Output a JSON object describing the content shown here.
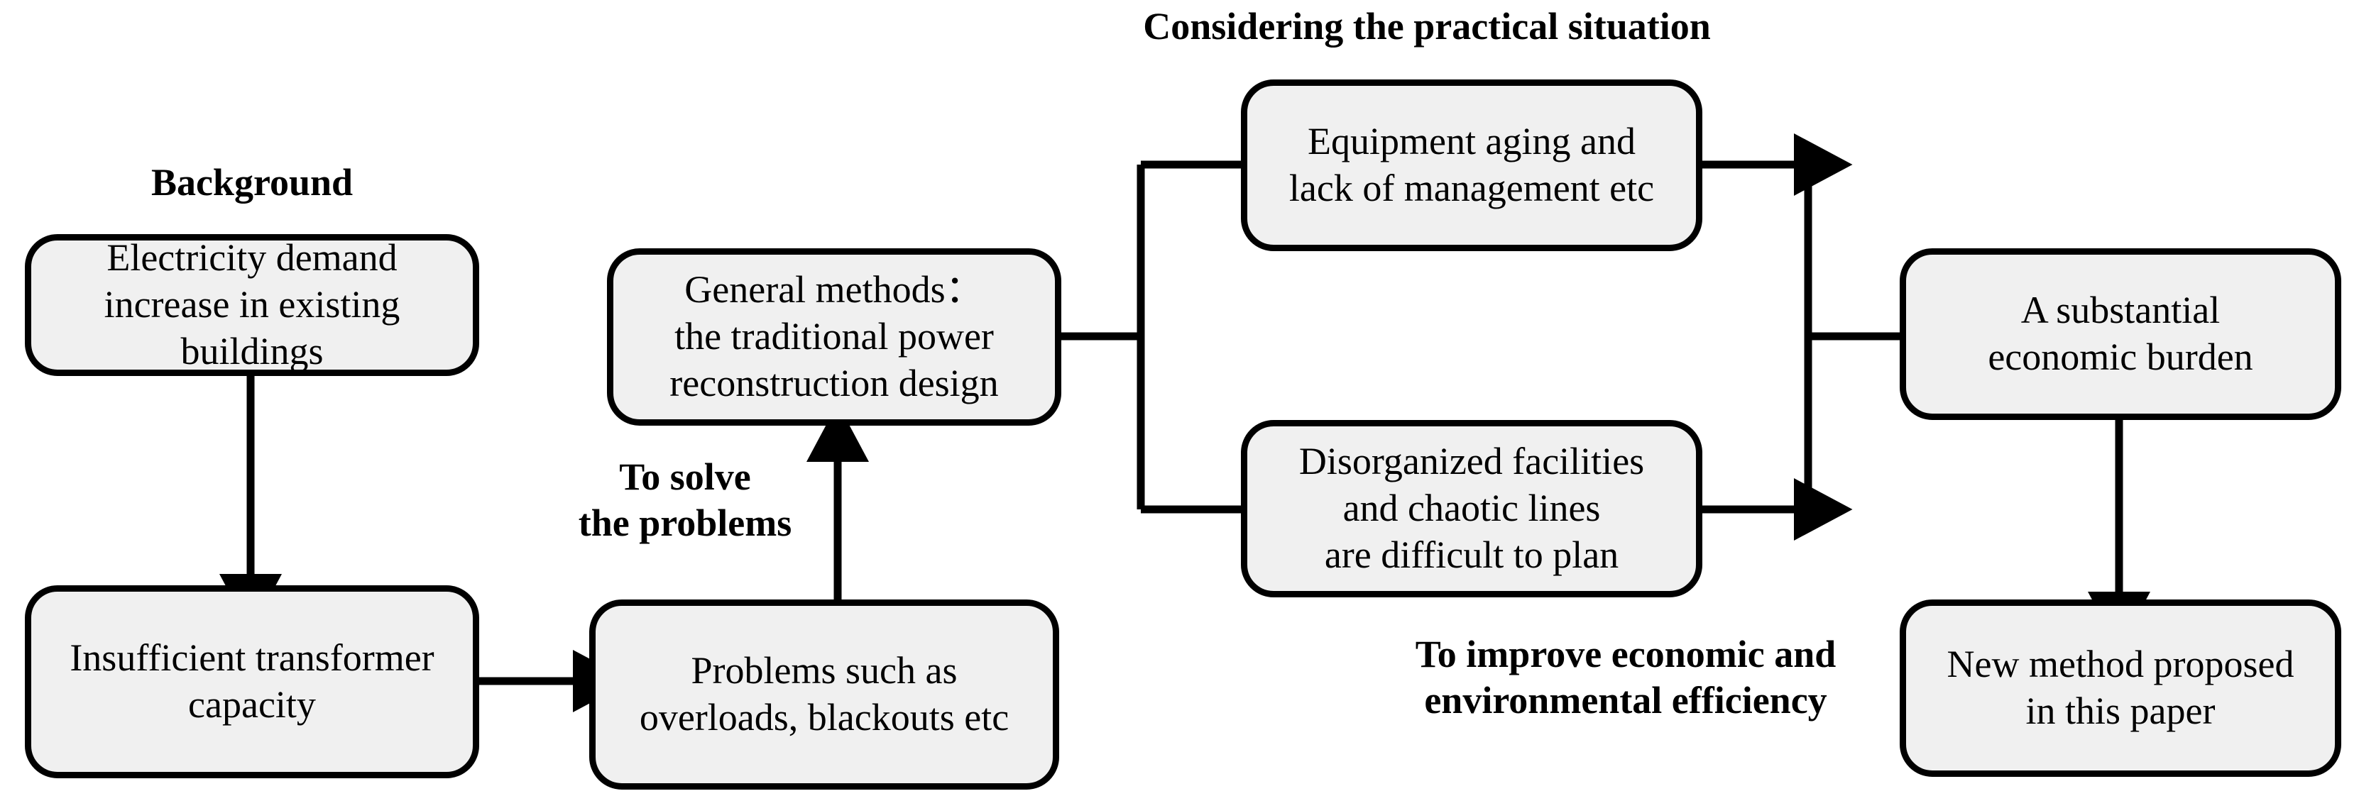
{
  "diagram": {
    "title": "Research background and motivation flowchart",
    "colors": {
      "node_fill": "#f0f0f0",
      "node_stroke": "#000000",
      "edge": "#000000",
      "text": "#000000",
      "background": "#ffffff"
    },
    "captions": [
      {
        "id": "caption-background",
        "text": "Background"
      },
      {
        "id": "caption-to-solve-the-problems",
        "text": "To solve\nthe problems"
      },
      {
        "id": "caption-considering-practical-situation",
        "text": "Considering the practical situation"
      },
      {
        "id": "caption-to-improve-efficiency",
        "text": "To improve economic and\nenvironmental efficiency"
      }
    ],
    "nodes": [
      {
        "id": "node-electricity-demand",
        "text": "Electricity demand\nincrease in existing\nbuildings"
      },
      {
        "id": "node-insufficient-transformer",
        "text": "Insufficient transformer\ncapacity"
      },
      {
        "id": "node-problems",
        "text": "Problems such as\noverloads, blackouts etc"
      },
      {
        "id": "node-general-methods",
        "text": "General methods：\nthe traditional power\nreconstruction design"
      },
      {
        "id": "node-equipment-aging",
        "text": "Equipment aging and\nlack of management etc"
      },
      {
        "id": "node-disorganized-facilities",
        "text": "Disorganized facilities\nand chaotic lines\nare difficult to plan"
      },
      {
        "id": "node-economic-burden",
        "text": "A substantial\neconomic burden"
      },
      {
        "id": "node-new-method",
        "text": "New method proposed\nin this paper"
      }
    ],
    "edges": [
      {
        "id": "edge-demand-to-transformer",
        "from": "node-electricity-demand",
        "to": "node-insufficient-transformer",
        "direction": "down"
      },
      {
        "id": "edge-transformer-to-problems",
        "from": "node-insufficient-transformer",
        "to": "node-problems",
        "direction": "right"
      },
      {
        "id": "edge-problems-to-general-methods",
        "from": "node-problems",
        "to": "node-general-methods",
        "direction": "up"
      },
      {
        "id": "edge-general-methods-to-equipment-aging",
        "from": "node-general-methods",
        "to": "node-equipment-aging",
        "direction": "right-branch-up"
      },
      {
        "id": "edge-general-methods-to-disorganized",
        "from": "node-general-methods",
        "to": "node-disorganized-facilities",
        "direction": "right-branch-down"
      },
      {
        "id": "edge-equipment-aging-to-burden",
        "from": "node-equipment-aging",
        "to": "node-economic-burden",
        "direction": "right-merge-down"
      },
      {
        "id": "edge-disorganized-to-burden",
        "from": "node-disorganized-facilities",
        "to": "node-economic-burden",
        "direction": "right-merge-up"
      },
      {
        "id": "edge-burden-to-new-method",
        "from": "node-economic-burden",
        "to": "node-new-method",
        "direction": "down"
      }
    ]
  }
}
